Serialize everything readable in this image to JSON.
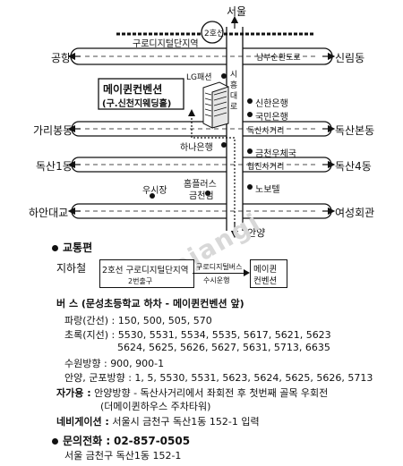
{
  "map": {
    "top_label": "서울",
    "line2_badge": "2호선",
    "station_guro": "구로디지털단지역",
    "left": [
      "공항",
      "가리봉동",
      "독산1동",
      "하안대교"
    ],
    "right": [
      "신림동",
      "독산본동",
      "독산4동",
      "여성회관"
    ],
    "bottom_label": "안양",
    "road_nambu": "남부순환도로",
    "road_siheung": "시흥대로",
    "dongsan_crossing": "독산사거리",
    "hyeopjin_crossing": "협진사거리",
    "lg": "LG패션",
    "venue_line1": "메이퀸컨벤션",
    "venue_line2": "(구.신천지웨딩홀)",
    "shinhan": "신한은행",
    "kookmin": "국민은행",
    "hana": "하나은행",
    "post": "금천우체국",
    "notel": "노보텔",
    "market": "우시장",
    "homeplus1": "홈플러스",
    "homeplus2": "금천점",
    "watermark": "Bojangi"
  },
  "info": {
    "transport_title": "교통편",
    "subway_label": "지하철",
    "subway_box_station": "2호선 구로디지털단지역",
    "subway_box_exit": "2번출구",
    "bus_label1": "구로디지털버스",
    "bus_label2": "수시운행",
    "dest1": "메이퀸",
    "dest2": "컨벤션",
    "bus_heading": "버  스 (문성초등학교 하차 - 메이퀸컨벤션 앞)",
    "bus_blue_label": "파랑(간선) :",
    "bus_blue": "150, 500, 505, 570",
    "bus_green_label": "초록(지선) :",
    "bus_green1": "5530, 5531, 5534, 5535, 5617, 5621, 5623",
    "bus_green2": "5624, 5625, 5626, 5627, 5631, 5713, 6635",
    "bus_suwon_label": "수원방향 :",
    "bus_suwon": "900, 900-1",
    "bus_anyang_label": "안양, 군포방향 :",
    "bus_anyang": "1, 5, 5530, 5531, 5623, 5624, 5625, 5626, 5713",
    "car_label": "자가용 :",
    "car_line1": "안양방향 - 독산사거리에서 좌회전 후 첫번째 골목 우회전",
    "car_line2": "(더메이퀸하우스 주차타워)",
    "navi_label": "네비게이션 :",
    "navi": "서울시 금천구 독산1동 152-1 입력",
    "phone_title": "문의전화 :",
    "phone": "02-857-0505",
    "address": "서울 금천구 독산1동 152-1"
  }
}
